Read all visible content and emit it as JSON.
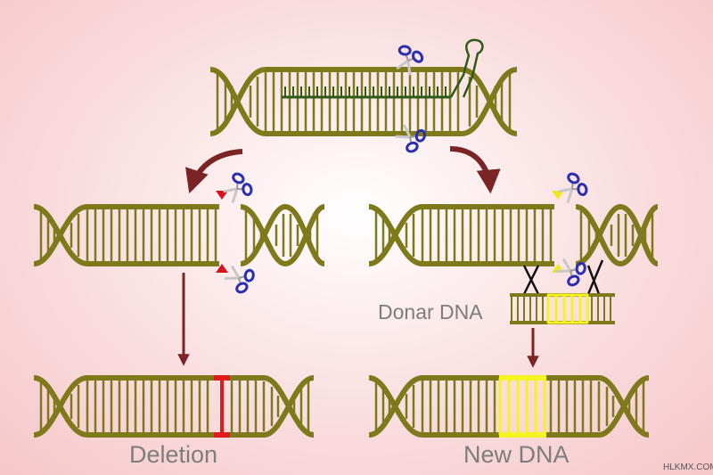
{
  "labels": {
    "donor": "Donar DNA",
    "deletion": "Deletion",
    "new_dna": "New DNA"
  },
  "watermark": "HLKMX.COM",
  "colors": {
    "dna": "#7e7a1c",
    "guide_rna": "#2d5a16",
    "arrow": "#7a2426",
    "cut_marker_deletion": "#d8141a",
    "cut_marker_insertion": "#f0e81a",
    "deletion_mark": "#e01b1b",
    "insert": "#f6f322",
    "scissor_handle": "#2a2fb0"
  },
  "icons": [
    "scissors-icon",
    "cut-marker-icon",
    "arrow-icon"
  ]
}
